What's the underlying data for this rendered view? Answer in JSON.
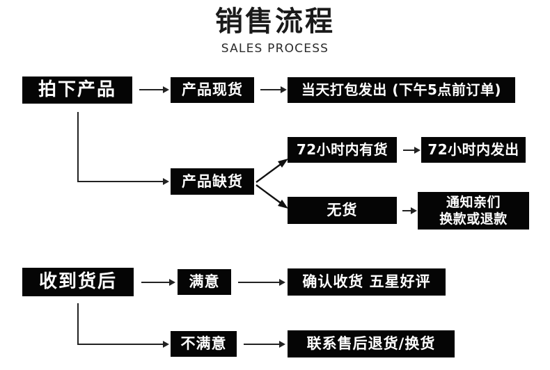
{
  "header": {
    "title": "销售流程",
    "subtitle": "SALES PROCESS"
  },
  "colors": {
    "box_fill": "#050505",
    "box_text": "#ffffff",
    "connector": "#222222",
    "background": "#ffffff",
    "title_text": "#1a1a1a"
  },
  "flow": {
    "section_order": [
      "shipping",
      "after_receipt"
    ],
    "nodes": {
      "order_placed": "拍下产品",
      "in_stock": "产品现货",
      "same_day_ship": "当天打包发出 (下午5点前订单)",
      "out_of_stock": "产品缺货",
      "restock_72h": "72小时内有货",
      "ship_72h": "72小时内发出",
      "no_stock": "无货",
      "notify_customer": "通知亲们\n换款或退款",
      "received_goods": "收到货后",
      "satisfied": "满意",
      "confirm_five_star": "确认收货 五星好评",
      "unsatisfied": "不满意",
      "after_sales_return": "联系售后退货/换货"
    },
    "edges": [
      {
        "from": "order_placed",
        "to": "in_stock",
        "style": "straight-arrow"
      },
      {
        "from": "in_stock",
        "to": "same_day_ship",
        "style": "straight-arrow"
      },
      {
        "from": "order_placed",
        "to": "out_of_stock",
        "style": "elbow-arrow"
      },
      {
        "from": "out_of_stock",
        "to": "restock_72h",
        "style": "diagonal-up-arrow"
      },
      {
        "from": "out_of_stock",
        "to": "no_stock",
        "style": "diagonal-down-arrow"
      },
      {
        "from": "restock_72h",
        "to": "ship_72h",
        "style": "straight-arrow"
      },
      {
        "from": "no_stock",
        "to": "notify_customer",
        "style": "straight-arrow"
      },
      {
        "from": "received_goods",
        "to": "satisfied",
        "style": "straight-arrow"
      },
      {
        "from": "satisfied",
        "to": "confirm_five_star",
        "style": "straight-arrow"
      },
      {
        "from": "received_goods",
        "to": "unsatisfied",
        "style": "elbow-arrow"
      },
      {
        "from": "unsatisfied",
        "to": "after_sales_return",
        "style": "straight-arrow"
      }
    ]
  }
}
